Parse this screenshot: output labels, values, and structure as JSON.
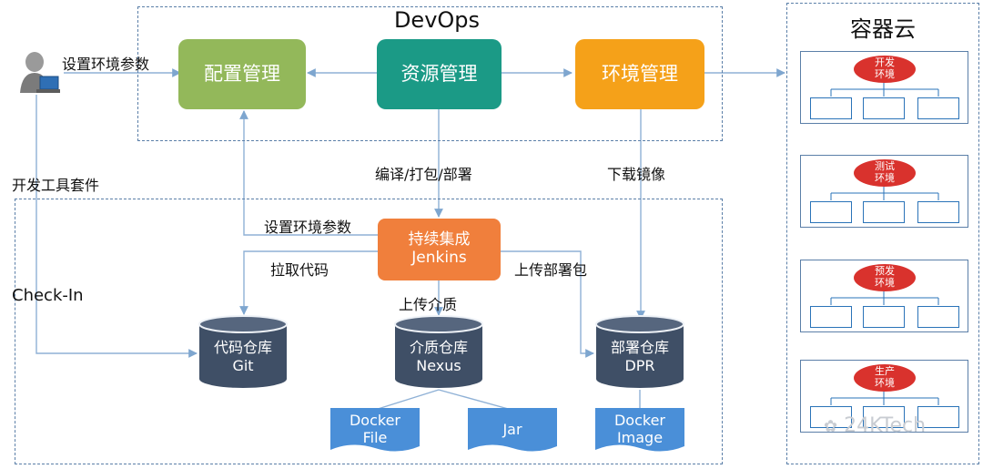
{
  "groups": {
    "devops_title": "DevOps",
    "container_cloud_title": "容器云"
  },
  "boxes": {
    "config_mgmt": "配置管理",
    "resource_mgmt": "资源管理",
    "env_mgmt": "环境管理",
    "ci_line1": "持续集成",
    "ci_line2": "Jenkins"
  },
  "repos": {
    "code": {
      "line1": "代码仓库",
      "line2": "Git"
    },
    "media": {
      "line1": "介质仓库",
      "line2": "Nexus"
    },
    "deploy": {
      "line1": "部署仓库",
      "line2": "DPR"
    }
  },
  "artifacts": {
    "dockerfile_line1": "Docker",
    "dockerfile_line2": "File",
    "jar": "Jar",
    "dockerimage_line1": "Docker",
    "dockerimage_line2": "Image"
  },
  "labels": {
    "set_env_params_top": "设置环境参数",
    "dev_tool_suite": "开发工具套件",
    "checkin": "Check-In",
    "compile_pack_deploy": "编译/打包/部署",
    "download_image": "下载镜像",
    "set_env_params_ci": "设置环境参数",
    "pull_code": "拉取代码",
    "upload_media": "上传介质",
    "upload_deploy_pkg": "上传部署包"
  },
  "environments": [
    {
      "line1": "开发",
      "line2": "环境"
    },
    {
      "line1": "测试",
      "line2": "环境"
    },
    {
      "line1": "预发",
      "line2": "环境"
    },
    {
      "line1": "生产",
      "line2": "环境"
    }
  ],
  "watermark": "24KTech",
  "colors": {
    "config": "#93b85a",
    "resource": "#1b9a86",
    "environment": "#f5a119",
    "jenkins": "#f07f3c",
    "repository": "#3f4f66",
    "artifact": "#4a8fd8",
    "env_badge": "#d9322d",
    "connector": "#8fb1d6"
  }
}
